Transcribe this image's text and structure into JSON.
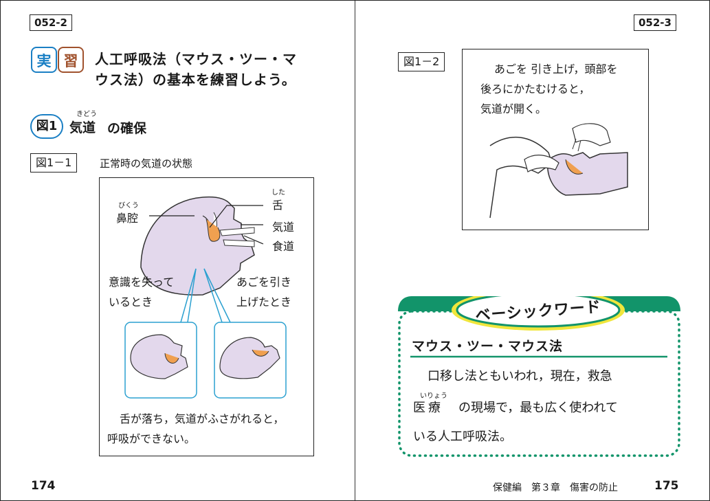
{
  "left_page": {
    "code": "052-2",
    "badge": [
      "実",
      "習"
    ],
    "title_line1": "人工呼吸法（マウス・ツー・マ",
    "title_line2": "ウス法）の基本を練習しよう。",
    "figure_number": "図1",
    "figure_heading_word": "気道",
    "figure_heading_ruby": "きどう",
    "figure_heading_rest": "の確保",
    "sub_figure_label": "図1－1",
    "sub_figure_caption": "正常時の気道の状態",
    "labels": {
      "nasal_cavity": "鼻腔",
      "nasal_cavity_ruby": "びくう",
      "tongue": "舌",
      "tongue_ruby": "した",
      "airway": "気道",
      "esophagus": "食道"
    },
    "unconscious_line1": "意識を失って",
    "unconscious_line2": "いるとき",
    "jaw_line1": "あごを引き",
    "jaw_line2": "上げたとき",
    "note_line1": "舌が落ち，気道がふさがれると，",
    "note_line2": "呼吸ができない。",
    "page_number": "174"
  },
  "right_page": {
    "code": "052-3",
    "figure_label": "図1－2",
    "caption_line1": "あごを 引き上げ，頭部を",
    "caption_line2": "後ろにかたむけると，",
    "caption_line3": "気道が開く。",
    "box_banner": "ベーシックワード",
    "term": "マウス・ツー・マウス法",
    "def_line1": "口移し法ともいわれ，現在，救急",
    "def_word": "医療",
    "def_word_ruby": "いりょう",
    "def_line2_rest": "の現場で，最も広く使われて",
    "def_line3": "いる人工呼吸法。",
    "footer_section": "保健編　第３章　傷害の防止",
    "page_number": "175"
  },
  "colors": {
    "blue": "#1a7fc4",
    "brown": "#a0522d",
    "green": "#12946a",
    "yellow": "#f0e63c",
    "lavender": "#e3d8ec",
    "orange": "#f0a050",
    "cyan": "#2aa0d0"
  }
}
